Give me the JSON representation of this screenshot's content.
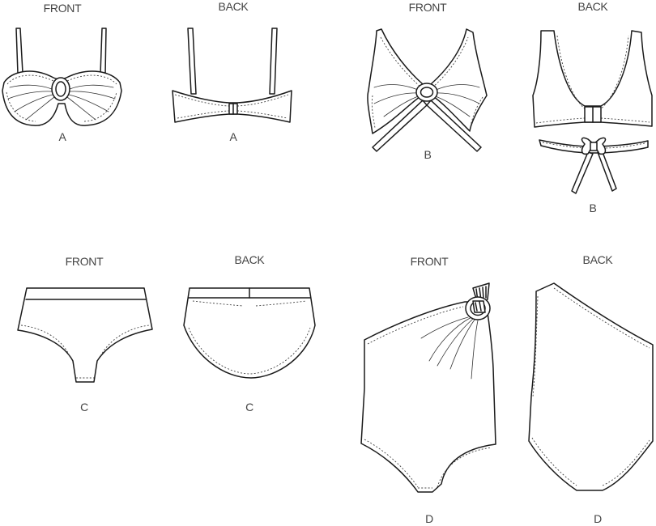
{
  "views": {
    "front": "FRONT",
    "back": "BACK"
  },
  "styles": {
    "a": "A",
    "b": "B",
    "c": "C",
    "d": "D"
  },
  "colors": {
    "line": "#1a1a1a",
    "label": "#444444",
    "background": "#ffffff"
  }
}
